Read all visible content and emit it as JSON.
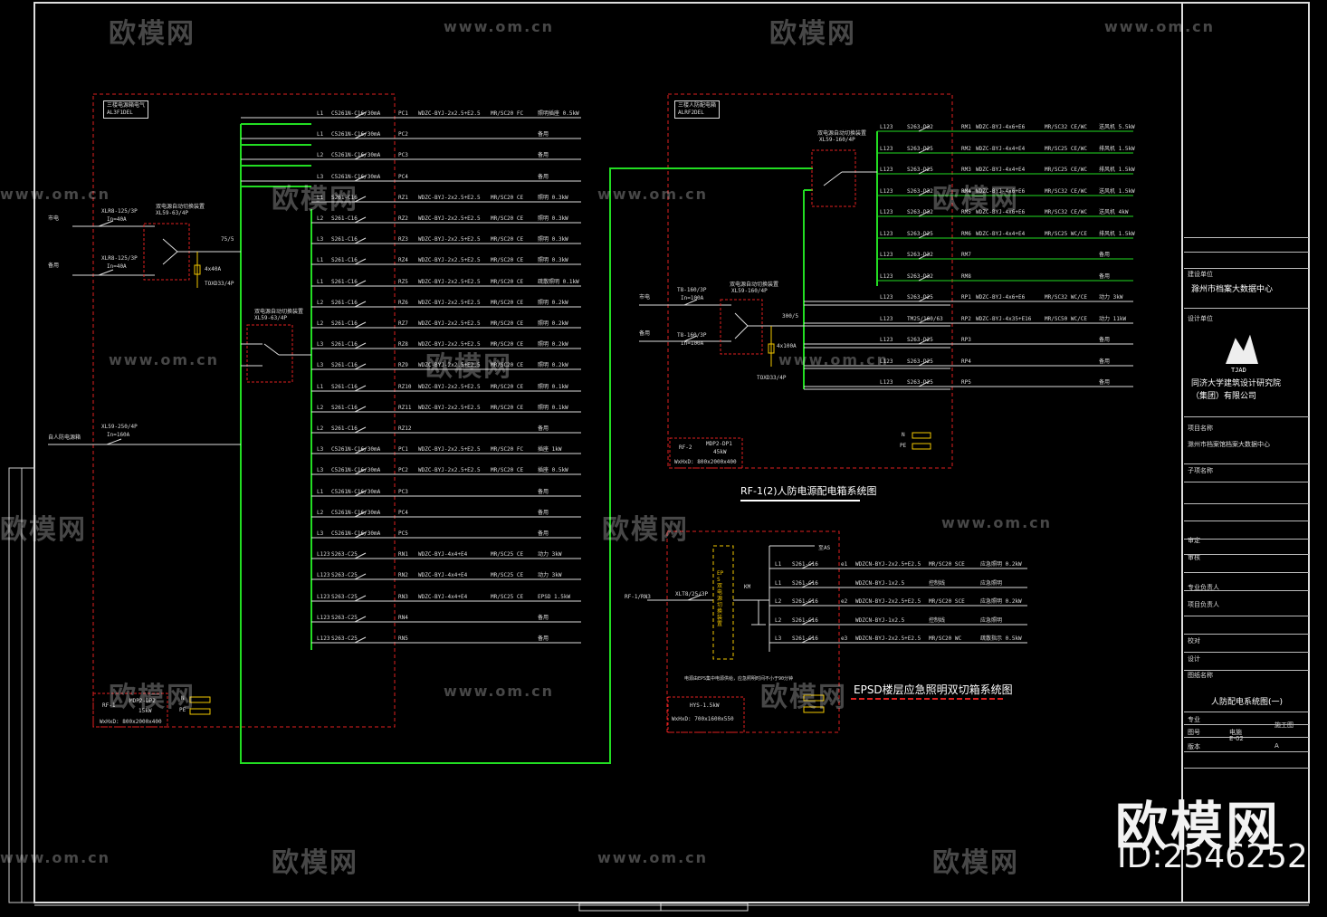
{
  "panel_left": {
    "box_label": [
      "三楼电源箱电气",
      "AL3F1DEL"
    ],
    "feeders": [
      {
        "phase": "L1",
        "breaker": "C5261N-C16/30mA",
        "circuit": "PC1",
        "cable": "WDZC-BYJ-2x2.5+E2.5",
        "conduit": "MR/SC20 FC",
        "desc": "照明插座 0.5kW"
      },
      {
        "phase": "L1",
        "breaker": "C5261N-C16/30mA",
        "circuit": "PC2",
        "cable": "",
        "conduit": "",
        "desc": "备用"
      },
      {
        "phase": "L2",
        "breaker": "C5261N-C16/30mA",
        "circuit": "PC3",
        "cable": "",
        "conduit": "",
        "desc": "备用"
      },
      {
        "phase": "L3",
        "breaker": "C5261N-C16/30mA",
        "circuit": "PC4",
        "cable": "",
        "conduit": "",
        "desc": "备用"
      },
      {
        "phase": "L1",
        "breaker": "S261-C16",
        "circuit": "RZ1",
        "cable": "WDZC-BYJ-2x2.5+E2.5",
        "conduit": "MR/SC20 CE",
        "desc": "照明 0.3kW"
      },
      {
        "phase": "L2",
        "breaker": "S261-C16",
        "circuit": "RZ2",
        "cable": "WDZC-BYJ-2x2.5+E2.5",
        "conduit": "MR/SC20 CE",
        "desc": "照明 0.3kW"
      },
      {
        "phase": "L3",
        "breaker": "S261-C16",
        "circuit": "RZ3",
        "cable": "WDZC-BYJ-2x2.5+E2.5",
        "conduit": "MR/SC20 CE",
        "desc": "照明 0.3kW"
      },
      {
        "phase": "L1",
        "breaker": "S261-C16",
        "circuit": "RZ4",
        "cable": "WDZC-BYJ-2x2.5+E2.5",
        "conduit": "MR/SC20 CE",
        "desc": "照明 0.3kW"
      },
      {
        "phase": "L1",
        "breaker": "S261-C16",
        "circuit": "RZ5",
        "cable": "WDZC-BYJ-2x2.5+E2.5",
        "conduit": "MR/SC20 CE",
        "desc": "疏散照明 0.1kW"
      },
      {
        "phase": "L2",
        "breaker": "S261-C16",
        "circuit": "RZ6",
        "cable": "WDZC-BYJ-2x2.5+E2.5",
        "conduit": "MR/SC20 CE",
        "desc": "照明 0.2kW"
      },
      {
        "phase": "L2",
        "breaker": "S261-C16",
        "circuit": "RZ7",
        "cable": "WDZC-BYJ-2x2.5+E2.5",
        "conduit": "MR/SC20 CE",
        "desc": "照明 0.2kW"
      },
      {
        "phase": "L3",
        "breaker": "S261-C16",
        "circuit": "RZ8",
        "cable": "WDZC-BYJ-2x2.5+E2.5",
        "conduit": "MR/SC20 CE",
        "desc": "照明 0.2kW"
      },
      {
        "phase": "L3",
        "breaker": "S261-C16",
        "circuit": "RZ9",
        "cable": "WDZC-BYJ-2x2.5+E2.5",
        "conduit": "MR/SC20 CE",
        "desc": "照明 0.2kW"
      },
      {
        "phase": "L1",
        "breaker": "S261-C16",
        "circuit": "RZ10",
        "cable": "WDZC-BYJ-2x2.5+E2.5",
        "conduit": "MR/SC20 CE",
        "desc": "照明 0.1kW"
      },
      {
        "phase": "L2",
        "breaker": "S261-C16",
        "circuit": "RZ11",
        "cable": "WDZC-BYJ-2x2.5+E2.5",
        "conduit": "MR/SC20 CE",
        "desc": "照明 0.1kW"
      },
      {
        "phase": "L2",
        "breaker": "S261-C16",
        "circuit": "RZ12",
        "cable": "",
        "conduit": "",
        "desc": "备用"
      },
      {
        "phase": "L3",
        "breaker": "C5261N-C16/30mA",
        "circuit": "PC1",
        "cable": "WDZC-BYJ-2x2.5+E2.5",
        "conduit": "MR/SC20 FC",
        "desc": "插座 1kW"
      },
      {
        "phase": "L3",
        "breaker": "C5261N-C16/30mA",
        "circuit": "PC2",
        "cable": "WDZC-BYJ-2x2.5+E2.5",
        "conduit": "MR/SC20 CE",
        "desc": "插座 0.5kW"
      },
      {
        "phase": "L1",
        "breaker": "C5261N-C16/30mA",
        "circuit": "PC3",
        "cable": "",
        "conduit": "",
        "desc": "备用"
      },
      {
        "phase": "L2",
        "breaker": "C5261N-C16/30mA",
        "circuit": "PC4",
        "cable": "",
        "conduit": "",
        "desc": "备用"
      },
      {
        "phase": "L3",
        "breaker": "C5261N-C16/30mA",
        "circuit": "PC5",
        "cable": "",
        "conduit": "",
        "desc": "备用"
      },
      {
        "phase": "L123",
        "breaker": "S263-C25",
        "circuit": "RN1",
        "cable": "WDZC-BYJ-4x4+E4",
        "conduit": "MR/SC25 CE",
        "desc": "动力 3kW"
      },
      {
        "phase": "L123",
        "breaker": "S263-C25",
        "circuit": "RN2",
        "cable": "WDZC-BYJ-4x4+E4",
        "conduit": "MR/SC25 CE",
        "desc": "动力 3kW"
      },
      {
        "phase": "L123",
        "breaker": "S263-C25",
        "circuit": "RN3",
        "cable": "WDZC-BYJ-4x4+E4",
        "conduit": "MR/SC25 CE",
        "desc": "EPSD 1.5kW"
      },
      {
        "phase": "L123",
        "breaker": "S263-C25",
        "circuit": "RN4",
        "cable": "",
        "conduit": "",
        "desc": "备用"
      },
      {
        "phase": "L123",
        "breaker": "S263-C25",
        "circuit": "RN5",
        "cable": "",
        "conduit": "",
        "desc": "备用"
      }
    ],
    "inputs": [
      {
        "label": "市电",
        "breaker": "XLR8-125/3P",
        "rating": "In=40A"
      },
      {
        "label": "备用",
        "breaker": "XLR8-125/3P",
        "rating": "In=40A"
      }
    ],
    "ats_label": "双电源自动切换装置",
    "ats_model": "XL59-63/4P",
    "spd": [
      "4x40A",
      "TOXD33/4P"
    ],
    "ct": "75/5",
    "mid_ats_label": "双电源自动切换装置",
    "mid_ats_model": "XL59-63/4P",
    "main_in": {
      "label": "自人防电源箱",
      "breaker": "XL59-250/4P",
      "rating": "In=160A"
    },
    "footer": {
      "name": "RF-1",
      "model": "MDP2-DP2",
      "power": "15kW",
      "size": "WxHxD: 800x2000x400"
    },
    "n": "N",
    "pe": "PE"
  },
  "panel_right": {
    "box_label": [
      "三楼人防配电箱",
      "ALRF2DEL"
    ],
    "ats_label": "双电源自动切换装置",
    "ats_model": "XL59-160/4P",
    "feeders": [
      {
        "phase": "L123",
        "breaker": "S263-D32",
        "circuit": "RM1",
        "cable": "WDZC-BYJ-4x6+E6",
        "conduit": "MR/SC32 CE/WC",
        "desc": "送风机 5.5kW"
      },
      {
        "phase": "L123",
        "breaker": "S263-D25",
        "circuit": "RM2",
        "cable": "WDZC-BYJ-4x4+E4",
        "conduit": "MR/SC25 CE/WC",
        "desc": "排风机 1.5kW"
      },
      {
        "phase": "L123",
        "breaker": "S263-D25",
        "circuit": "RM3",
        "cable": "WDZC-BYJ-4x4+E4",
        "conduit": "MR/SC25 CE/WC",
        "desc": "排风机 1.5kW"
      },
      {
        "phase": "L123",
        "breaker": "S263-D32",
        "circuit": "RM4",
        "cable": "WDZC-BYJ-4x6+E6",
        "conduit": "MR/SC32 CE/WC",
        "desc": "送风机 1.5kW"
      },
      {
        "phase": "L123",
        "breaker": "S263-D32",
        "circuit": "RM5",
        "cable": "WDZC-BYJ-4x6+E6",
        "conduit": "MR/SC32 CE/WC",
        "desc": "送风机 4kW"
      },
      {
        "phase": "L123",
        "breaker": "S263-D25",
        "circuit": "RM6",
        "cable": "WDZC-BYJ-4x4+E4",
        "conduit": "MR/SC25 WC/CE",
        "desc": "排风机 1.5kW"
      },
      {
        "phase": "L123",
        "breaker": "S263-D32",
        "circuit": "RM7",
        "cable": "",
        "conduit": "",
        "desc": "备用"
      },
      {
        "phase": "L123",
        "breaker": "S263-D32",
        "circuit": "RM8",
        "cable": "",
        "conduit": "",
        "desc": "备用"
      },
      {
        "phase": "L123",
        "breaker": "S263-D25",
        "circuit": "RP1",
        "cable": "WDZC-BYJ-4x6+E6",
        "conduit": "MR/SC32 WC/CE",
        "desc": "动力 3kW"
      },
      {
        "phase": "L123",
        "breaker": "TM25/160/63",
        "circuit": "RP2",
        "cable": "WDZC-BYJ-4x35+E16",
        "conduit": "MR/SC50 WC/CE",
        "desc": "动力 11kW"
      },
      {
        "phase": "L123",
        "breaker": "S263-D25",
        "circuit": "RP3",
        "cable": "",
        "conduit": "",
        "desc": "备用"
      },
      {
        "phase": "L123",
        "breaker": "S263-D25",
        "circuit": "RP4",
        "cable": "",
        "conduit": "",
        "desc": "备用"
      },
      {
        "phase": "L123",
        "breaker": "S263-D25",
        "circuit": "RP5",
        "cable": "",
        "conduit": "",
        "desc": "备用"
      }
    ],
    "inputs": [
      {
        "label": "市电",
        "breaker": "T8-160/3P",
        "rating": "In=100A"
      },
      {
        "label": "备用",
        "breaker": "T8-160/3P",
        "rating": "In=100A"
      }
    ],
    "mid_ats_label": "双电源自动切换装置",
    "mid_ats_model": "XL59-160/4P",
    "ct": "300/5",
    "spd": [
      "4x100A",
      "TOXD33/4P"
    ],
    "footer": {
      "name": "RF-2",
      "model": "MDP2-DP1",
      "power": "45kW",
      "size": "WxHxD: 800x2000x400"
    },
    "n": "N",
    "pe": "PE"
  },
  "title_rf": "RF-1(2)人防电源配电箱系统图",
  "eps": {
    "title": "EPSD楼层应急照明双切箱系统图",
    "source": "RF-1/RN3",
    "breaker": "XLT8/25/3P",
    "ats": "EPS双电源切换装置",
    "km": "KM",
    "fire_signal": "至AS",
    "note": "电源由EPS集中电源供给，应急照明时间不小于90分钟",
    "footer_model": "HYS-1.5kW",
    "footer_size": "WxHxD: 700x1600x550",
    "feeders": [
      {
        "phase": "L1",
        "breaker": "S261-C16",
        "circuit": "e1",
        "cable": "WDZCN-BYJ-2x2.5+E2.5",
        "conduit": "MR/SC20 SCE",
        "desc": "应急照明 0.2kW"
      },
      {
        "phase": "L1",
        "breaker": "S261-C16",
        "circuit": "",
        "cable": "WDZCN-BYJ-1x2.5",
        "conduit": "控制线",
        "desc": "应急照明"
      },
      {
        "phase": "L2",
        "breaker": "S261-C16",
        "circuit": "e2",
        "cable": "WDZCN-BYJ-2x2.5+E2.5",
        "conduit": "MR/SC20 SCE",
        "desc": "应急照明 0.2kW"
      },
      {
        "phase": "L2",
        "breaker": "S261-C16",
        "circuit": "",
        "cable": "WDZCN-BYJ-1x2.5",
        "conduit": "控制线",
        "desc": "应急照明"
      },
      {
        "phase": "L3",
        "breaker": "S261-C16",
        "circuit": "e3",
        "cable": "WDZCN-BYJ-2x2.5+E2.5",
        "conduit": "MR/SC20 WC",
        "desc": "疏散指示 0.5kW"
      }
    ]
  },
  "titleblock": {
    "rows": [
      "建设单位",
      "滁州市档案大数据中心",
      "设计单位",
      "同济大学建筑设计研究院",
      "（集团）有限公司",
      "项目名称",
      "滁州市档案馆档案大数据中心",
      "子项名称",
      "审定",
      "审核",
      "项目负责人",
      "专业负责人",
      "校对",
      "设计",
      "图纸名称",
      "人防配电系统图(一)",
      "专业",
      "图号",
      "版本",
      "电施",
      "E-02",
      "A",
      "施工图"
    ],
    "logo": "TJAD"
  },
  "watermarks": {
    "cn": "欧模网",
    "url": "www.om.cn",
    "brand": "欧模网",
    "id": "ID:2546252"
  }
}
